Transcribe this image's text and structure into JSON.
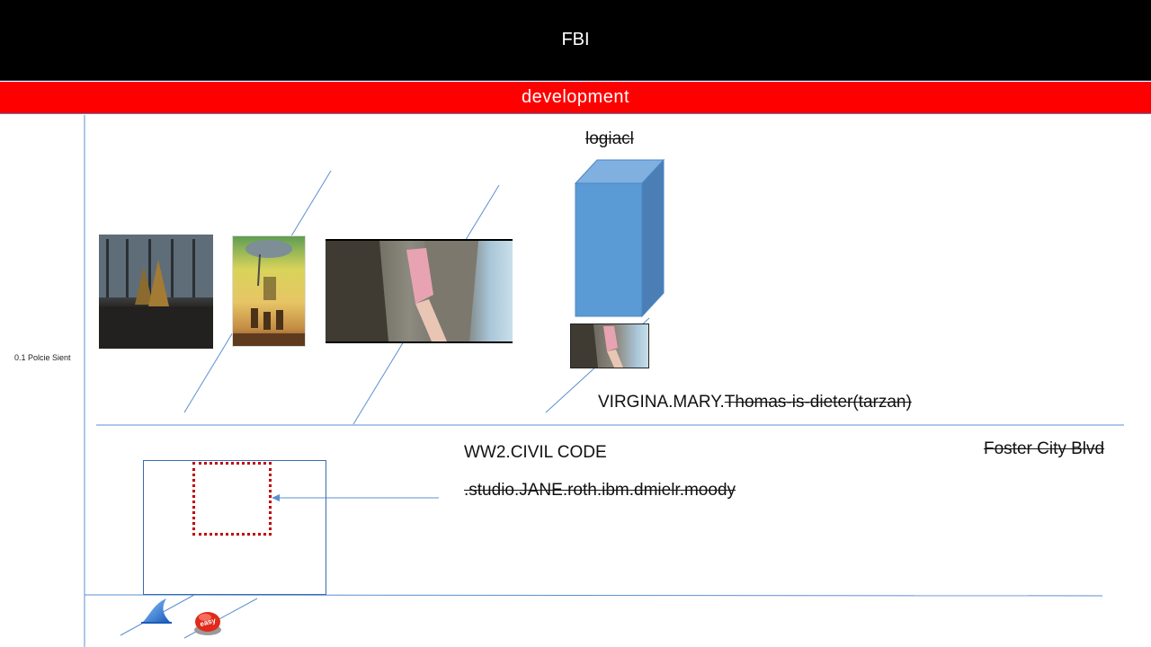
{
  "header": {
    "title": "FBI"
  },
  "subheader": {
    "title": "development"
  },
  "side_label": "0.1 Polcie Sient",
  "labels": {
    "logic": "logiacl",
    "virgina_plain": "VIRGINA.MARY.",
    "virgina_struck": "Thomas-is-dieter(tarzan)",
    "ww2": "WW2.CIVIL CODE",
    "studio": ".studio.JANE.roth.ibm.dmielr.moody",
    "foster": "Foster City Blvd"
  },
  "icons": {
    "fin": "shark-fin-icon",
    "easy": "easy-button-icon",
    "easy_text": "easy"
  },
  "colors": {
    "header_bg": "#000000",
    "subheader_bg": "#ff0000",
    "line": "#5b8fd0",
    "box_face": "#5b9bd5"
  }
}
